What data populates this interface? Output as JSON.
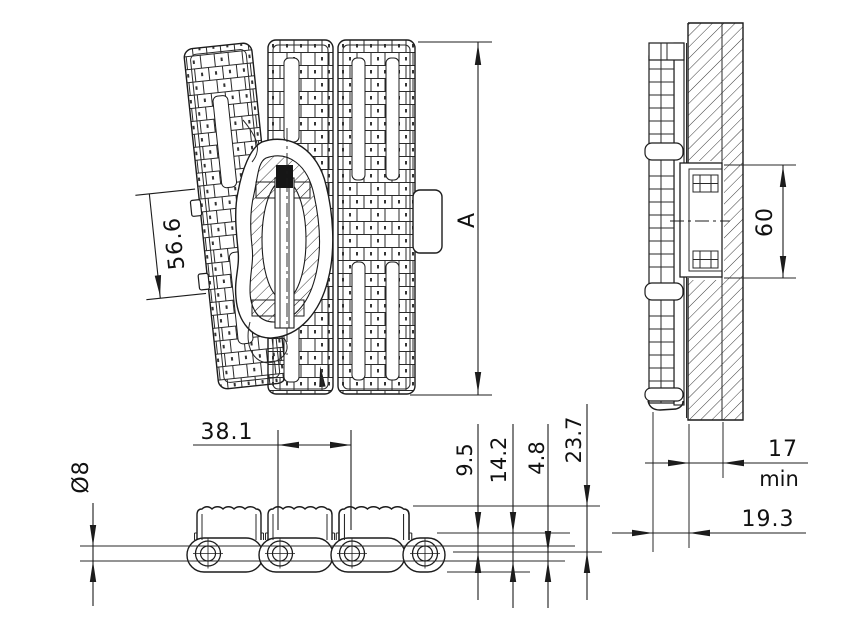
{
  "drawing": {
    "type": "technical-drawing",
    "subject": "sideflexing conveyor chain modules - plan, side elevation and guide-wall section",
    "colors": {
      "background": "#ffffff",
      "line": "#1c1c1c"
    },
    "labels": {
      "plate_width": "56.6",
      "overall_width": "A",
      "pitch": "38.1",
      "pin_diameter": "Ø8",
      "height_9_5": "9.5",
      "height_14_2": "14.2",
      "height_4_8": "4.8",
      "height_23_7": "23.7",
      "bracket_span": "60",
      "clearance": "17",
      "clearance_qualifier": "min",
      "edge_offset": "19.3"
    }
  }
}
